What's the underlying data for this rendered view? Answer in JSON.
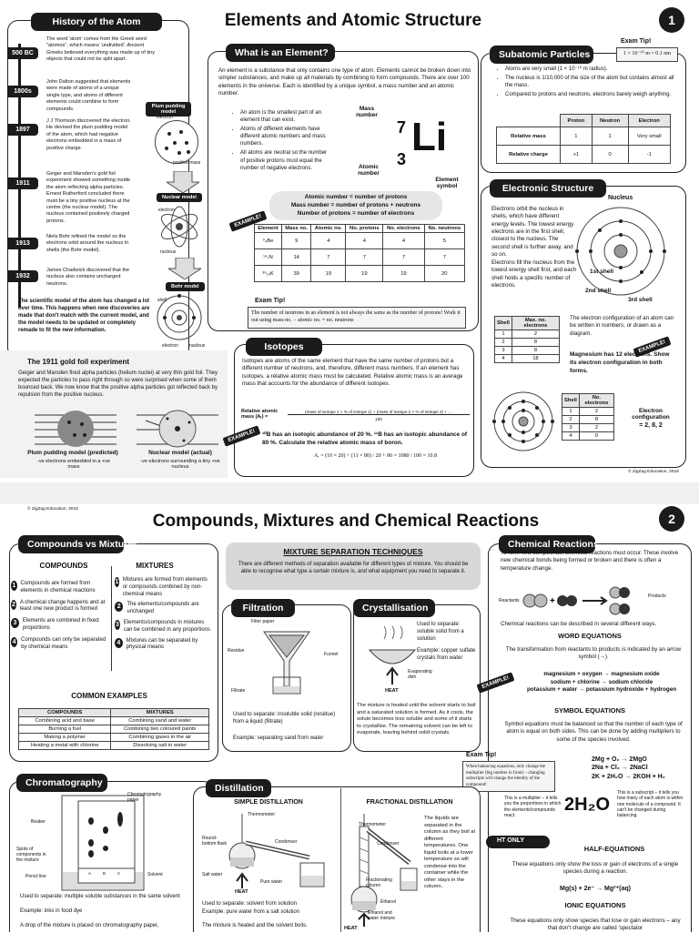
{
  "page1": {
    "title": "Elements and Atomic Structure",
    "number": "1",
    "copyright": "© ZigZag Education, 2018",
    "history": {
      "header": "History of the Atom",
      "intro": "The word 'atom' comes from the Greek word \"atomos\", which means 'undivided'. Ancient Greeks believed everything was made up of tiny objects that could not be split apart.",
      "entries": [
        {
          "year": "500 BC",
          "text": "The word 'atom' comes from the Greek word \"atomos\", which means 'undivided'. Ancient Greeks believed everything was made up of tiny objects that could not be split apart."
        },
        {
          "year": "1800s",
          "text": "John Dalton suggested that elements were made of atoms of a unique single type, and atoms of different elements could combine to form compounds."
        },
        {
          "year": "1897",
          "text": "J J Thomson discovered the electron. He devised the plum pudding model of the atom, which had negative electrons embedded in a mass of positive charge."
        },
        {
          "year": "1911",
          "text": "Geiger and Marsden's gold foil experiment showed something inside the atom reflecting alpha particles. Ernest Rutherford concluded there must be a tiny positive nucleus at the centre (the nuclear model). The nucleus contained positively charged protons."
        },
        {
          "year": "1913",
          "text": "Niels Bohr refined the model so the electrons orbit around the nucleus in shells (the Bohr model)."
        },
        {
          "year": "1932",
          "text": "James Chadwick discovered that the nucleus also contains uncharged neutrons."
        }
      ],
      "model_labels": {
        "plum": "Plum pudding model",
        "electron": "electron",
        "positive_mass": "positive mass",
        "nuclear": "Nuclear model",
        "nucleus": "nucleus",
        "bohr": "Bohr model",
        "shell": "shell"
      },
      "conclusion": "The scientific model of the atom has changed a lot over time. This happens when new discoveries are made that don't match with the current model, and the model needs to be updated or completely remade to fit the new information."
    },
    "goldfoil": {
      "title": "The 1911 gold foil experiment",
      "text": "Geiger and Marsden fired alpha particles (helium nuclei) at very thin gold foil. They expected the particles to pass right through so were surprised when some of them bounced back. We now know that the positive alpha particles got reflected back by repulsion from the positive nucleus.",
      "left_caption": "Plum pudding model (predicted)",
      "left_sub": "-ve electrons embedded in a +ve mass",
      "right_caption": "Nuclear model (actual)",
      "right_sub": "-ve electrons surrounding a tiny +ve nucleus"
    },
    "element": {
      "header": "What is an Element?",
      "intro": "An element is a substance that only contains one type of atom. Elements cannot be broken down into simpler substances, and make up all materials by combining to form compounds. There are over 100 elements in the universe. Each is identified by a unique symbol, a mass number and an atomic number.",
      "bullets": [
        "An atom is the smallest part of an element that can exist.",
        "Atoms of different elements have different atomic numbers and mass numbers.",
        "All atoms are neutral so the number of positive protons must equal the number of negative electrons."
      ],
      "mass_label": "Mass number",
      "atomic_label": "Atomic number",
      "symbol_label": "Element symbol",
      "mass_num": "7",
      "atomic_num": "3",
      "symbol": "Li",
      "formulas": [
        "Atomic number = number of protons",
        "Mass number = number of protons + neutrons",
        "Number of protons = number of electrons"
      ],
      "example": "EXAMPLE!",
      "table_head": [
        "Element",
        "Mass no.",
        "Atomic no.",
        "No. protons",
        "No. electrons",
        "No. neutrons"
      ],
      "table_rows": [
        [
          "⁹₄Be",
          "9",
          "4",
          "4",
          "4",
          "5"
        ],
        [
          "¹⁴₇N",
          "14",
          "7",
          "7",
          "7",
          "7"
        ],
        [
          "³⁹₁₉K",
          "39",
          "19",
          "19",
          "19",
          "20"
        ]
      ],
      "tip_label": "Exam Tip!",
      "tip": "The number of neutrons in an element is not always the same as the number of protons! Work it out using mass no. − atomic no. = no. neutrons"
    },
    "subatomic": {
      "header": "Subatomic Particles",
      "tip_label": "Exam Tip!",
      "tip": "1 × 10⁻¹⁰ m = 0.1 nm",
      "bullets": [
        "Atoms are very small (1 × 10⁻¹⁰ m radius).",
        "The nucleus is 1/10,000 of the size of the atom but contains almost all the mass.",
        "Compared to protons and neutrons, electrons barely weigh anything."
      ],
      "cols": [
        "",
        "Proton",
        "Neutron",
        "Electron"
      ],
      "rows": [
        [
          "Relative mass",
          "1",
          "1",
          "Very small"
        ],
        [
          "Relative charge",
          "+1",
          "0",
          "-1"
        ]
      ]
    },
    "electronic": {
      "header": "Electronic Structure",
      "nucleus": "Nucleus",
      "text1": "Electrons orbit the nucleus in shells, which have different energy levels. The lowest energy electrons are in the first shell, closest to the nucleus. The second shell is further away, and so on.",
      "text2": "Electrons fill the nucleus from the lowest energy shell first, and each shell holds a specific number of electrons.",
      "shell1": "1st shell",
      "shell2": "2nd shell",
      "shell3": "3rd shell",
      "table_head": [
        "Shell",
        "Max. no. electrons"
      ],
      "table_rows": [
        [
          "1",
          "2"
        ],
        [
          "2",
          "8"
        ],
        [
          "3",
          "8"
        ],
        [
          "4",
          "18"
        ]
      ],
      "text3": "The electron configuration of an atom can be written in numbers, or drawn as a diagram.",
      "mg": "Magnesium has 12 electrons. Show its electron configuration in both forms.",
      "example": "EXAMPLE!",
      "mg_head": [
        "Shell",
        "No. electrons"
      ],
      "mg_rows": [
        [
          "1",
          "2"
        ],
        [
          "2",
          "8"
        ],
        [
          "3",
          "2"
        ],
        [
          "4",
          "0"
        ]
      ],
      "config_label": "Electron configuration",
      "config": "= 2, 8, 2"
    },
    "isotopes": {
      "header": "Isotopes",
      "text": "Isotopes are atoms of the same element that have the same number of protons but a different number of neutrons, and, therefore, different mass numbers. If an element has isotopes, a relative atomic mass must be calculated. Relative atomic mass is an average mass that accounts for the abundance of different isotopes.",
      "formula_label": "Relative atomic mass (Aᵣ) =",
      "formula": "(mass of isotope 1 × % of isotope 1) + (mass of isotope 2 × % of isotope 2) + …",
      "formula_den": "100",
      "example": "EXAMPLE!",
      "question": "¹⁰B has an isotopic abundance of 20 %. ¹¹B has an isotopic abundance of 80 %. Calculate the relative atomic mass of boron.",
      "calc": "Aᵣ = (10 × 20) + (11 × 80) / 20 + 80 = 1080 / 100 = 10.8"
    }
  },
  "page2": {
    "copyright": "© ZigZag Education, 2018",
    "title": "Compounds, Mixtures and Chemical Reactions",
    "number": "2",
    "cvm": {
      "header": "Compounds vs Mixtures",
      "compounds_title": "COMPOUNDS",
      "mixtures_title": "MIXTURES",
      "compounds": [
        "Compounds are formed from elements in chemical reactions",
        "A chemical change happens and at least one new product is formed",
        "Elements are combined in fixed proportions",
        "Compounds can only be separated by chemical means"
      ],
      "mixtures": [
        "Mixtures are formed from elements or compounds combined by non-chemical means",
        "The elements/compounds are unchanged",
        "Elements/compounds in mixtures can be combined in any proportions",
        "Mixtures can be separated by physical means"
      ],
      "examples_title": "COMMON EXAMPLES",
      "ex_head": [
        "COMPOUNDS",
        "MIXTURES"
      ],
      "ex_rows": [
        [
          "Combining acid and base",
          "Combining sand and water"
        ],
        [
          "Burning a fuel",
          "Combining two coloured paints"
        ],
        [
          "Making a polymer",
          "Combining gases in the air"
        ],
        [
          "Heating a metal with chlorine",
          "Dissolving salt in water"
        ]
      ]
    },
    "mst": {
      "title": "MIXTURE SEPARATION TECHNIQUES",
      "text": "There are different methods of separation available for different types of mixture. You should be able to recognise what type a certain mixture is, and what equipment you need to separate it."
    },
    "filtration": {
      "header": "Filtration",
      "filter_paper": "Filter paper",
      "residue": "Residue",
      "funnel": "Funnel",
      "filtrate": "Filtrate",
      "used": "Used to separate: insoluble solid (residue) from a liquid (filtrate)",
      "example": "Example: separating sand from water"
    },
    "crystallisation": {
      "header": "Crystallisation",
      "used": "Used to separate: soluble solid from a solution",
      "example": "Example: copper sulfate crystals from water",
      "dish": "Evaporating dish",
      "heat": "HEAT",
      "text": "The mixture is heated until the solvent starts to boil and a saturated solution is formed. As it cools, the solute becomes less soluble and some of it starts to crystallise. The remaining solvent can be left to evaporate, leaving behind solid crystals."
    },
    "reactions": {
      "header": "Chemical Reactions",
      "intro": "To form new compounds, chemical reactions must occur. These involve new chemical bonds being formed or broken and there is often a temperature change.",
      "reactants": "Reactants",
      "products": "Products",
      "described": "Chemical reactions can be described in several different ways.",
      "word_title": "WORD EQUATIONS",
      "word_text": "The transformation from reactants to products is indicated by an arrow symbol (→).",
      "example": "EXAMPLE!",
      "word_eqs": [
        "magnesium + oxygen → magnesium oxide",
        "sodium + chlorine → sodium chloride",
        "potassium + water → potassium hydroxide + hydrogen"
      ],
      "symbol_title": "SYMBOL EQUATIONS",
      "symbol_text": "Symbol equations must be balanced so that the number of each type of atom is equal on both sides. This can be done by adding multipliers to some of the species involved.",
      "tip_label": "Exam Tip!",
      "tip": "When balancing equations, only change the multiplier (big number in front) – changing subscripts will change the identity of the compound!",
      "sym_eqs": [
        "2Mg + O₂ → 2MgO",
        "2Na + Cl₂ → 2NaCl",
        "2K + 2H₂O → 2KOH + H₂"
      ],
      "multiplier_note": "This is a multiplier – it tells you the proportions in which the elements/compounds react.",
      "water": "2H₂O",
      "subscript_note": "This is a subscript – it tells you how many of each atom is within one molecule of a compound. It can't be changed during balancing.",
      "ht_only": "HT ONLY",
      "half_title": "HALF-EQUATIONS",
      "half_text": "These equations only show the loss or gain of electrons of a single species during a reaction.",
      "half_eq": "Mg(s) + 2e⁻ → Mg²⁺(aq)",
      "ionic_title": "IONIC EQUATIONS",
      "ionic_text": "These equations only show species that lose or gain electrons – any that don't change are called 'spectator"
    },
    "chromatography": {
      "header": "Chromatography",
      "paper": "Chromatography paper",
      "beaker": "Beaker",
      "spots": "Spots of components in the mixture",
      "pencil": "Pencil line",
      "solvent": "Solvent",
      "cols": [
        "A",
        "B",
        "C"
      ],
      "used": "Used to separate: multiple soluble substances in the same solvent",
      "example": "Example: inks in food dye",
      "text": "A drop of the mixture is placed on chromatography paper,"
    },
    "distillation": {
      "header": "Distillation",
      "simple_title": "SIMPLE DISTILLATION",
      "fractional_title": "FRACTIONAL DISTILLATION",
      "thermometer": "Thermometer",
      "condenser": "Condenser",
      "flask": "Round-bottom flask",
      "salt": "Salt water",
      "pure": "Pure water",
      "heat": "HEAT",
      "used": "Used to separate: solvent from solution",
      "example": "Example: pure water from a salt solution",
      "text": "The mixture is heated and the solvent boils.",
      "f_thermometer": "Thermometer",
      "f_condenser": "Condenser",
      "f_column": "Fractionating column",
      "f_ethanol": "Ethanol",
      "f_mix": "Ethanol and water mixture",
      "f_heat": "HEAT",
      "f_text": "The liquids are separated in the column as they boil at different temperatures. One liquid boils at a lower temperature so will condense into the container while the other stays in the column."
    }
  }
}
